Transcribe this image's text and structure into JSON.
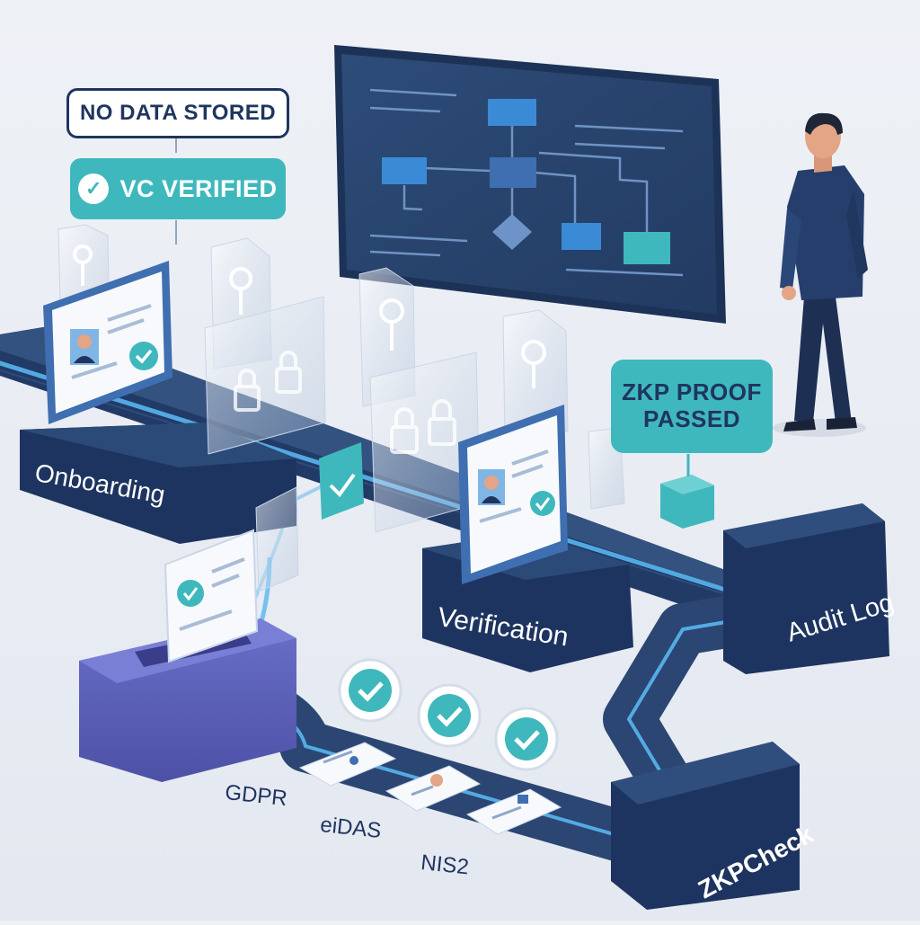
{
  "tags": {
    "no_data": "NO DATA STORED",
    "vc_verified": "VC VERIFIED",
    "zkp_line1": "ZKP PROOF",
    "zkp_line2": "PASSED"
  },
  "stations": {
    "onboarding": "Onboarding",
    "verification": "Verification",
    "audit_log": "Audit Log",
    "zkpcheck": "ZKPCheck"
  },
  "regulations": {
    "gdpr": "GDPR",
    "eidas": "eiDAS",
    "nis2": "NIS2"
  },
  "colors": {
    "navy": "#1f3560",
    "belt": "#2b4673",
    "teal": "#3fb8bd",
    "glow": "#58b6f0",
    "purple": "#5a5fb8",
    "screen": "#29476f",
    "card": "#f7f9fc"
  },
  "icons": [
    "check-icon",
    "padlock-icon",
    "key-icon",
    "avatar-icon",
    "flowchart-icon",
    "person-figure"
  ]
}
